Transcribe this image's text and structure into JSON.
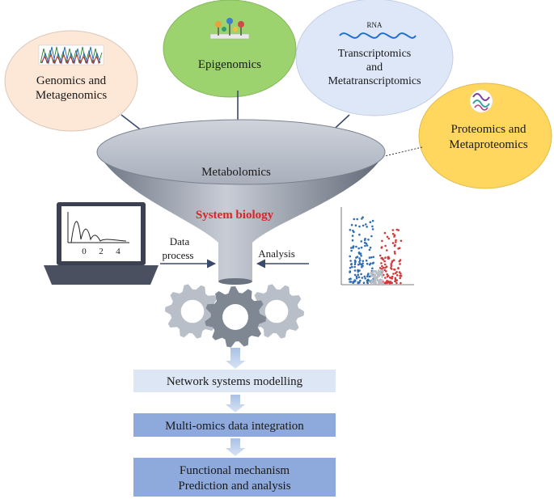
{
  "sources": {
    "genomics": {
      "line1": "Genomics and",
      "line2": "Metagenomics",
      "fill": "#fde7d6"
    },
    "epigenomics": {
      "label": "Epigenomics",
      "fill": "#9dd36f"
    },
    "transcriptomics": {
      "rna": "RNA",
      "line1": "Transcriptomics",
      "line2": "and",
      "line3": "Metatranscriptomics",
      "fill": "#dde7f7"
    },
    "proteomics": {
      "line1": "Proteomics and",
      "line2": "Metaproteomics",
      "fill": "#ffd75e"
    }
  },
  "funnel": {
    "metabolomics": "Metabolomics",
    "system_biology": "System biology",
    "system_biology_color": "#e0202a"
  },
  "side": {
    "data_process_line1": "Data",
    "data_process_line2": "process",
    "analysis": "Analysis",
    "laptop_ticks": [
      "0",
      "2",
      "4"
    ]
  },
  "steps": [
    {
      "label": "Network systems modelling",
      "fill": "#dde6f4"
    },
    {
      "label": "Multi-omics data integration",
      "fill": "#8ea9db"
    },
    {
      "line1": "Functional mechanism",
      "line2": "Prediction and analysis",
      "fill": "#8ea9db"
    }
  ],
  "colors": {
    "arrow": "#3a4a6b",
    "gear_light": "#b8bfc8",
    "gear_dark": "#7e8792",
    "funnel": "#9aa3b1"
  }
}
